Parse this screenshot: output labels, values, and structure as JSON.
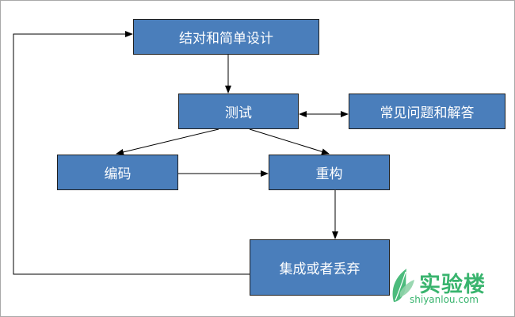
{
  "colors": {
    "box_fill": "#4a7ebb",
    "box_border": "#1f1f1f",
    "box_text": "#ffffff",
    "line": "#000000",
    "logo_green": "#39b46e"
  },
  "nodes": {
    "design": "结对和简单设计",
    "test": "测试",
    "faq": "常见问题和解答",
    "code": "编码",
    "refactor": "重构",
    "integrate": "集成或者丢弃"
  },
  "edges": [
    {
      "from": "design",
      "to": "test"
    },
    {
      "from": "test",
      "to": "faq",
      "bidirectional": true
    },
    {
      "from": "test",
      "to": "code"
    },
    {
      "from": "test",
      "to": "refactor"
    },
    {
      "from": "code",
      "to": "refactor"
    },
    {
      "from": "refactor",
      "to": "integrate"
    },
    {
      "from": "integrate",
      "to": "design"
    }
  ],
  "watermark": {
    "icon": "leaf-logo-icon",
    "title": "实验楼",
    "subtitle": "shiyanlou.com"
  }
}
